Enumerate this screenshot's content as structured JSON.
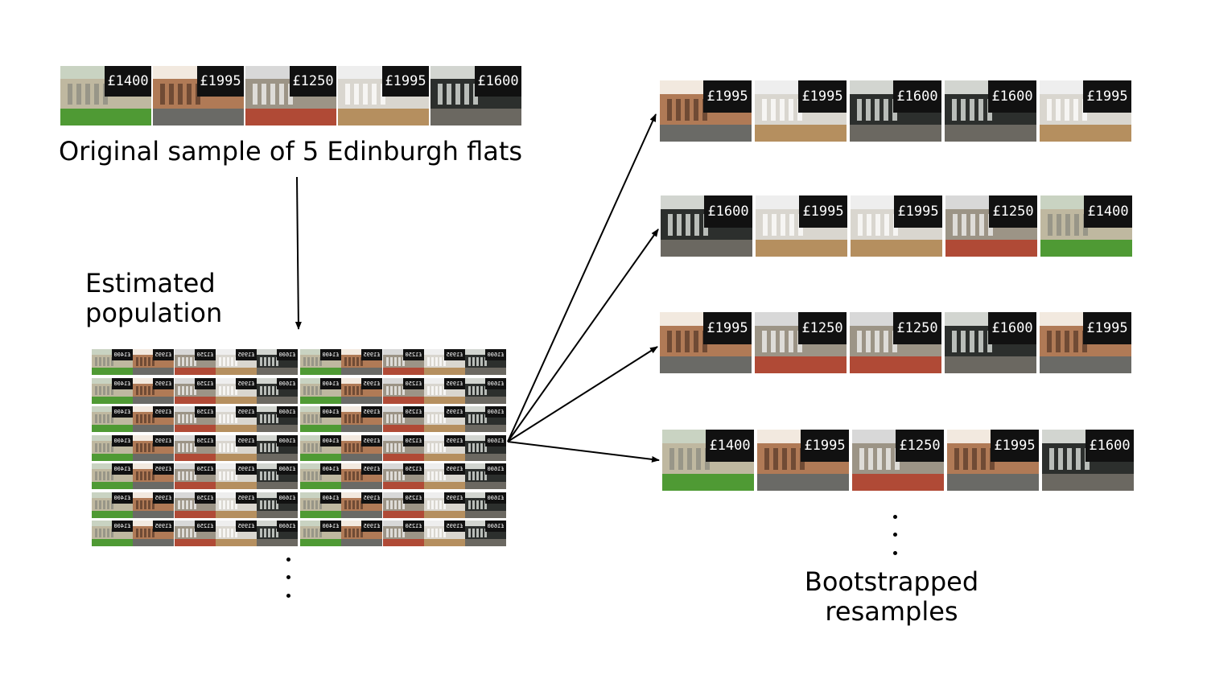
{
  "labels": {
    "original": "Original sample of 5 Edinburgh flats",
    "estimated_line1": "Estimated",
    "estimated_line2": "population",
    "bootstrap_line1": "Bootstrapped",
    "bootstrap_line2": "resamples"
  },
  "flats": {
    "f1400": {
      "price": "£1400",
      "kind": "garden"
    },
    "f1995": {
      "price": "£1995",
      "kind": "terrace"
    },
    "f1250": {
      "price": "£1250",
      "kind": "cottage"
    },
    "f1995i": {
      "price": "£1995",
      "kind": "interior"
    },
    "f1600": {
      "price": "£1600",
      "kind": "room"
    }
  },
  "original_sample": [
    "f1400",
    "f1995",
    "f1250",
    "f1995i",
    "f1600"
  ],
  "resamples": [
    [
      "f1995",
      "f1995i",
      "f1600",
      "f1600",
      "f1995i"
    ],
    [
      "f1600",
      "f1995i",
      "f1995i",
      "f1250",
      "f1400"
    ],
    [
      "f1995",
      "f1250",
      "f1250",
      "f1600",
      "f1995"
    ],
    [
      "f1400",
      "f1995",
      "f1250",
      "f1995",
      "f1600"
    ]
  ],
  "population": {
    "rows": 7,
    "blocks_per_row": 2
  },
  "colors": {
    "ink": "#000000",
    "price_box": "#111111"
  }
}
